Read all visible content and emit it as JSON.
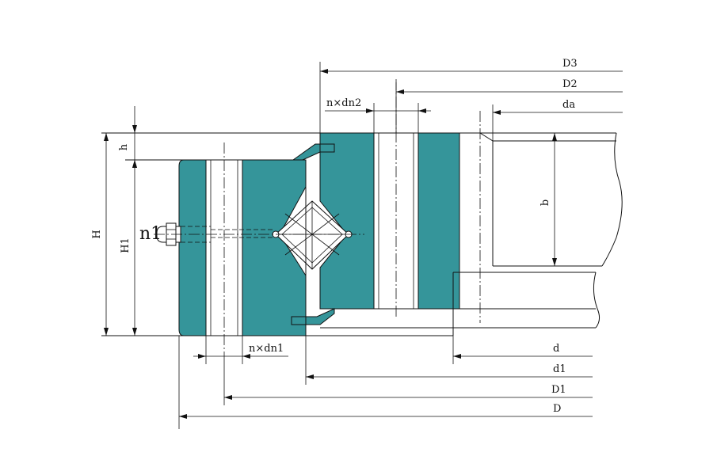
{
  "diagram": {
    "labels": {
      "D3": "D3",
      "D2": "D2",
      "da": "da",
      "n_dn2": "n×dn2",
      "h": "h",
      "H": "H",
      "H1": "H1",
      "n1": "n1",
      "b": "b",
      "n_dn1": "n×dn1",
      "d": "d",
      "d1": "d1",
      "D1": "D1",
      "D": "D"
    },
    "colors": {
      "ring_fill": "#35959a",
      "line": "#111111",
      "background": "#ffffff"
    }
  }
}
